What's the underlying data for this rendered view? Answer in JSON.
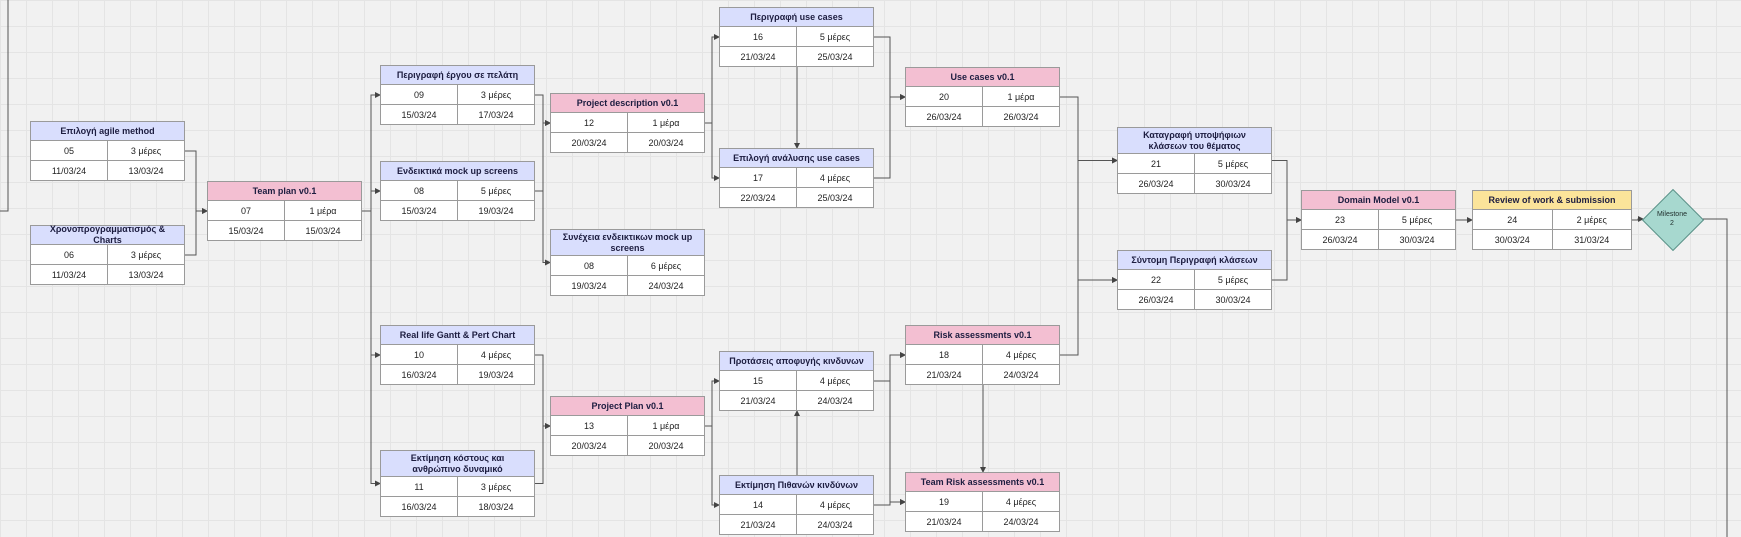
{
  "tasks": [
    {
      "key": "t05",
      "title": "Επιλογή agile method",
      "id": "05",
      "duration": "3 μέρες",
      "start": "11/03/24",
      "end": "13/03/24",
      "color": "blue"
    },
    {
      "key": "t06",
      "title": "Χρονοπρογραμματισμός & Charts",
      "id": "06",
      "duration": "3 μέρες",
      "start": "11/03/24",
      "end": "13/03/24",
      "color": "blue"
    },
    {
      "key": "t07",
      "title": "Team plan v0.1",
      "id": "07",
      "duration": "1 μέρα",
      "start": "15/03/24",
      "end": "15/03/24",
      "color": "pink"
    },
    {
      "key": "t09",
      "title": "Περιγραφή έργου σε πελάτη",
      "id": "09",
      "duration": "3 μέρες",
      "start": "15/03/24",
      "end": "17/03/24",
      "color": "blue"
    },
    {
      "key": "t08a",
      "title": "Ενδεικτικά mock up screens",
      "id": "08",
      "duration": "5 μέρες",
      "start": "15/03/24",
      "end": "19/03/24",
      "color": "blue"
    },
    {
      "key": "t10",
      "title": "Real life Gantt & Pert Chart",
      "id": "10",
      "duration": "4 μέρες",
      "start": "16/03/24",
      "end": "19/03/24",
      "color": "blue"
    },
    {
      "key": "t11",
      "title": "Εκτίμηση κόστους και ανθρώπινο δυναμικό",
      "id": "11",
      "duration": "3 μέρες",
      "start": "16/03/24",
      "end": "18/03/24",
      "color": "blue"
    },
    {
      "key": "t12",
      "title": "Project description v0.1",
      "id": "12",
      "duration": "1 μέρα",
      "start": "20/03/24",
      "end": "20/03/24",
      "color": "pink"
    },
    {
      "key": "t08b",
      "title": "Συνέχεια ενδεικτικων mock up screens",
      "id": "08",
      "duration": "6 μέρες",
      "start": "19/03/24",
      "end": "24/03/24",
      "color": "blue"
    },
    {
      "key": "t13",
      "title": "Project Plan v0.1",
      "id": "13",
      "duration": "1 μέρα",
      "start": "20/03/24",
      "end": "20/03/24",
      "color": "pink"
    },
    {
      "key": "t16",
      "title": "Περιγραφή use cases",
      "id": "16",
      "duration": "5 μέρες",
      "start": "21/03/24",
      "end": "25/03/24",
      "color": "blue"
    },
    {
      "key": "t17",
      "title": "Επιλογή ανάλυσης use cases",
      "id": "17",
      "duration": "4 μέρες",
      "start": "22/03/24",
      "end": "25/03/24",
      "color": "blue"
    },
    {
      "key": "t15",
      "title": "Προτάσεις αποφυγής κινδυνων",
      "id": "15",
      "duration": "4 μέρες",
      "start": "21/03/24",
      "end": "24/03/24",
      "color": "blue"
    },
    {
      "key": "t14",
      "title": "Εκτίμηση Πιθανών κινδύνων",
      "id": "14",
      "duration": "4 μέρες",
      "start": "21/03/24",
      "end": "24/03/24",
      "color": "blue"
    },
    {
      "key": "t20",
      "title": "Use cases v0.1",
      "id": "20",
      "duration": "1 μέρα",
      "start": "26/03/24",
      "end": "26/03/24",
      "color": "pink"
    },
    {
      "key": "t18",
      "title": "Risk assessments v0.1",
      "id": "18",
      "duration": "4 μέρες",
      "start": "21/03/24",
      "end": "24/03/24",
      "color": "pink"
    },
    {
      "key": "t19",
      "title": "Team Risk assessments v0.1",
      "id": "19",
      "duration": "4 μέρες",
      "start": "21/03/24",
      "end": "24/03/24",
      "color": "pink"
    },
    {
      "key": "t21",
      "title": "Καταγραφή υποψήφιων κλάσεων του θέματος",
      "id": "21",
      "duration": "5 μέρες",
      "start": "26/03/24",
      "end": "30/03/24",
      "color": "blue"
    },
    {
      "key": "t22",
      "title": "Σύντομη Περιγραφή κλάσεων",
      "id": "22",
      "duration": "5 μέρες",
      "start": "26/03/24",
      "end": "30/03/24",
      "color": "blue"
    },
    {
      "key": "t23",
      "title": "Domain Model v0.1",
      "id": "23",
      "duration": "5 μέρες",
      "start": "26/03/24",
      "end": "30/03/24",
      "color": "pink"
    },
    {
      "key": "t24",
      "title": "Review of work & submission",
      "id": "24",
      "duration": "2 μέρες",
      "start": "30/03/24",
      "end": "31/03/24",
      "color": "yellow"
    }
  ],
  "milestone": {
    "line1": "Milestone",
    "line2": "2"
  },
  "links": [
    [
      "t05",
      "t07"
    ],
    [
      "t06",
      "t07"
    ],
    [
      "t07",
      "t09"
    ],
    [
      "t07",
      "t08a"
    ],
    [
      "t07",
      "t10"
    ],
    [
      "t07",
      "t11"
    ],
    [
      "t09",
      "t12"
    ],
    [
      "t08a",
      "t12"
    ],
    [
      "t08a",
      "t08b"
    ],
    [
      "t10",
      "t13"
    ],
    [
      "t11",
      "t13"
    ],
    [
      "t12",
      "t16"
    ],
    [
      "t12",
      "t17"
    ],
    [
      "t16",
      "t17"
    ],
    [
      "t13",
      "t15"
    ],
    [
      "t13",
      "t14"
    ],
    [
      "t14",
      "t15"
    ],
    [
      "t16",
      "t20"
    ],
    [
      "t17",
      "t20"
    ],
    [
      "t15",
      "t18"
    ],
    [
      "t14",
      "t18"
    ],
    [
      "t15",
      "t19"
    ],
    [
      "t14",
      "t19"
    ],
    [
      "t18",
      "t19"
    ],
    [
      "t20",
      "t21"
    ],
    [
      "t20",
      "t22"
    ],
    [
      "t18",
      "t21"
    ],
    [
      "t18",
      "t22"
    ],
    [
      "t21",
      "t23"
    ],
    [
      "t22",
      "t23"
    ],
    [
      "t23",
      "t24"
    ],
    [
      "t24",
      "milestone"
    ]
  ]
}
